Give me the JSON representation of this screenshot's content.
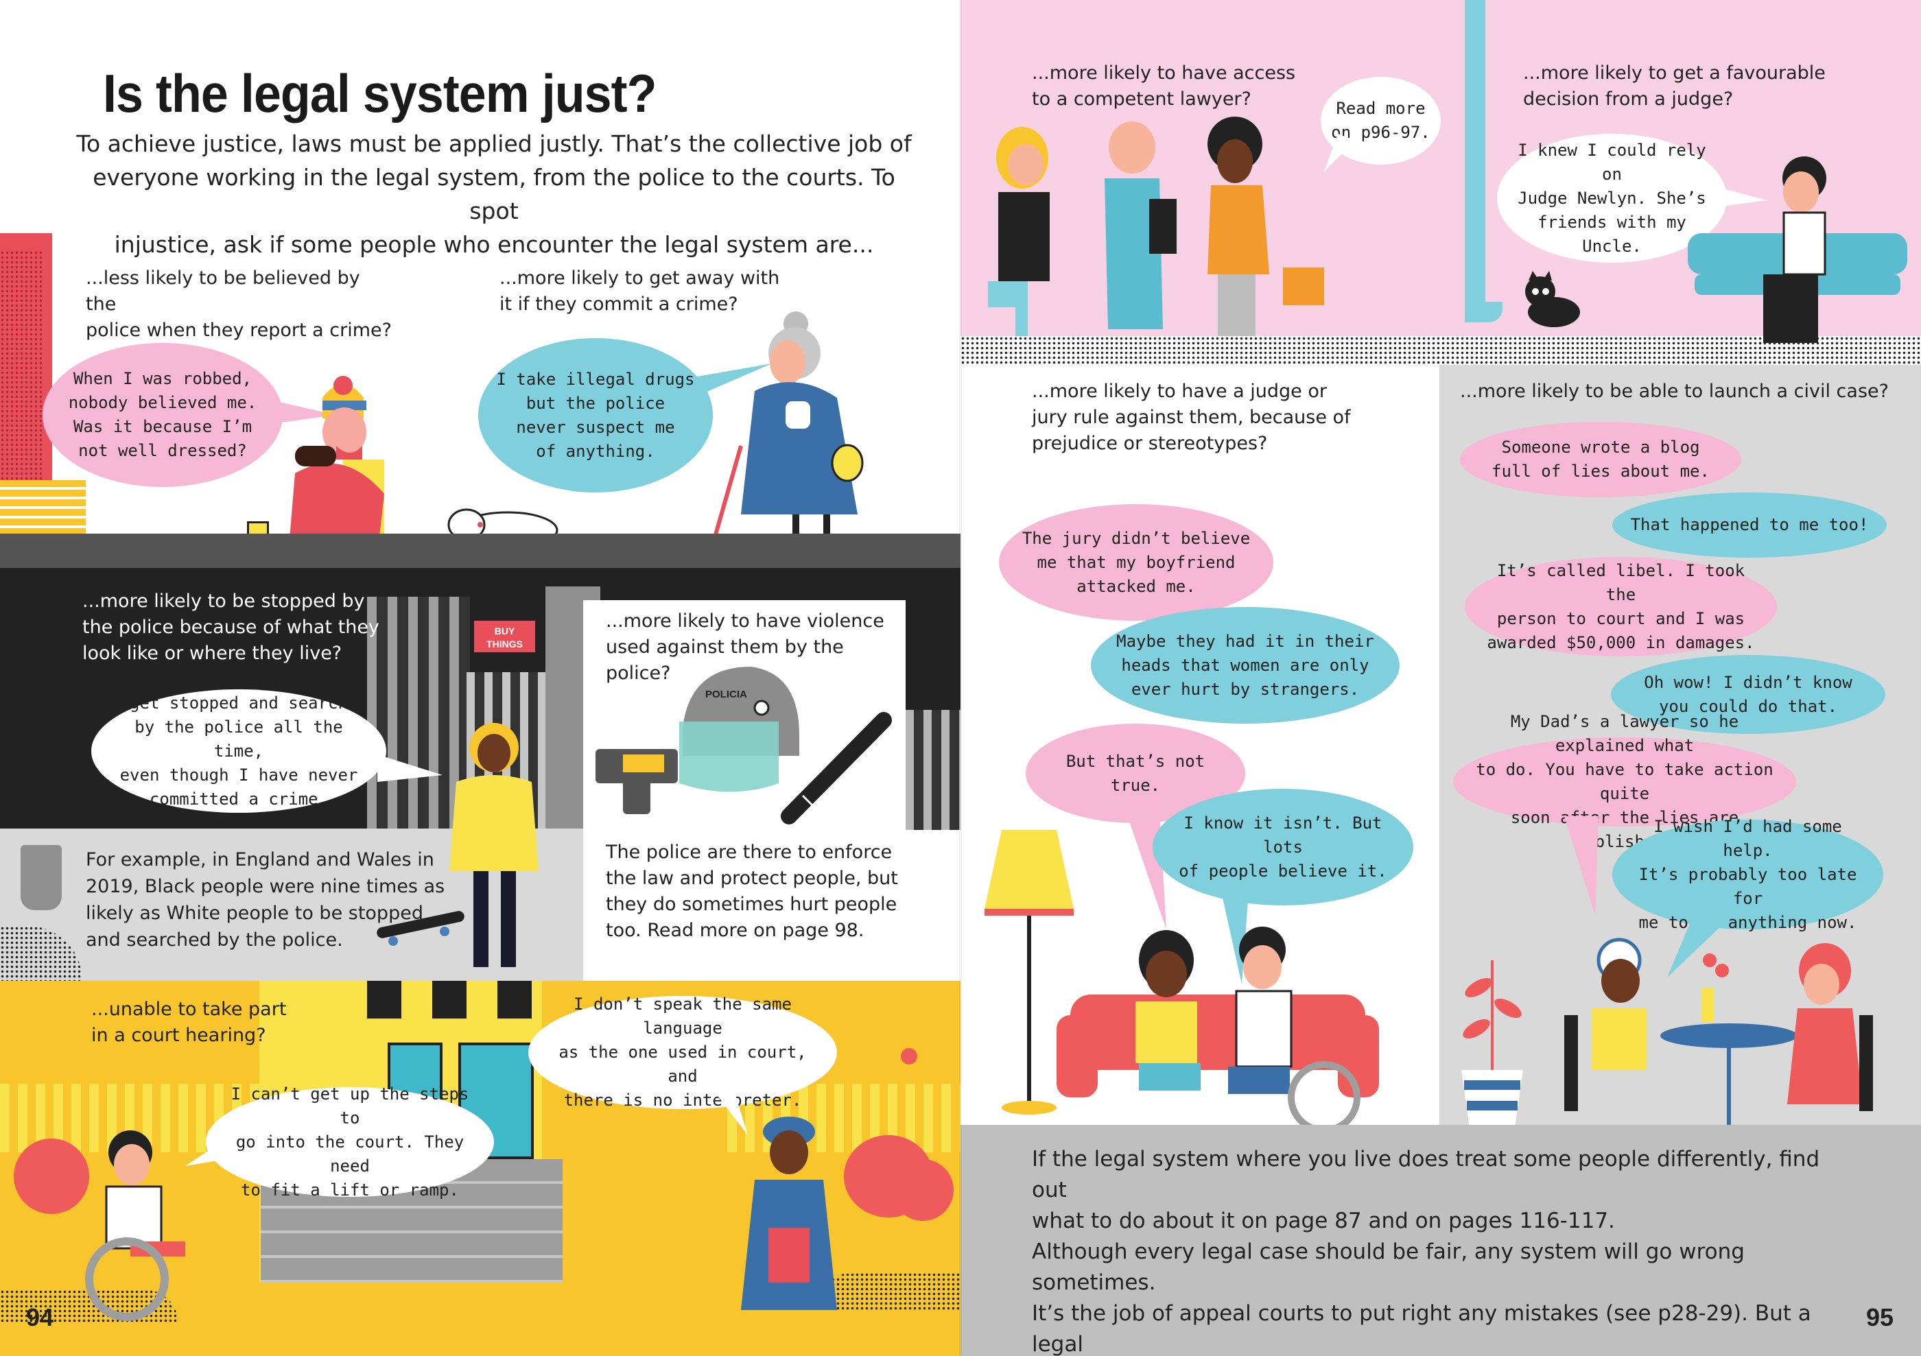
{
  "left_page": {
    "title": "Is the legal system just?",
    "intro": "To achieve justice, laws must be applied justly. That’s the collective job of\neveryone working in the legal system, from the police to the courts. To spot\ninjustice, ask if some people who encounter the legal system are...",
    "panel_believed": {
      "caption": "...less likely to be believed by the\npolice when they report a crime?",
      "bubble": "When I was robbed,\nnobody believed me.\nWas it because I’m\nnot well dressed?"
    },
    "panel_away": {
      "caption": "...more likely to get away with\nit if they commit a crime?",
      "bubble": "I take illegal drugs\nbut the police\nnever suspect me\nof anything."
    },
    "panel_stopped": {
      "caption": "...more likely to be stopped by\nthe police because of what they\nlook like or where they live?",
      "bubble": "I get stopped and searched\nby the police all the time,\neven though I have never\ncommitted a crime.",
      "sign": "BUY\nTHINGS",
      "example": "For example, in England and Wales in\n2019, Black people were nine times as\nlikely as White people to be stopped\nand searched by the police."
    },
    "panel_violence": {
      "caption": "...more likely to have violence\nused against them by the police?",
      "helmet_label": "POLICIA",
      "note": "The police are there to enforce\nthe law and protect people, but\nthey do sometimes hurt people\ntoo. Read more on page 98."
    },
    "panel_court": {
      "caption": "...unable to take part\nin a court hearing?",
      "bubble_language": "I don’t speak the same language\nas the one used in court, and\nthere is no interpreter.",
      "bubble_steps": "I can’t get up the steps to\ngo into the court. They need\nto fit a lift or ramp."
    },
    "page_number": "94"
  },
  "right_page": {
    "panel_lawyer": {
      "caption": "...more likely to have access\nto a competent lawyer?",
      "bubble": "Read more\non p96-97."
    },
    "panel_judge": {
      "caption": "...more likely to get a favourable\ndecision from a judge?",
      "bubble": "I knew I could rely on\nJudge Newlyn. She’s\nfriends with my Uncle."
    },
    "panel_jury": {
      "caption": "...more likely to have a judge or\njury rule against them, because of\nprejudice or stereotypes?",
      "bubbles": [
        "The jury didn’t believe\nme that my boyfriend\nattacked me.",
        "Maybe they had it in their\nheads that women are only\never hurt by strangers.",
        "But that’s not true.",
        "I know it isn’t. But lots\nof people believe it."
      ]
    },
    "panel_civil": {
      "caption": "...more likely to be able to launch a civil case?",
      "bubbles": [
        "Someone wrote a blog\nfull of lies about me.",
        "That happened to me too!",
        "It’s called libel. I took the\nperson to court and I was\nawarded $50,000 in damages.",
        "Oh wow! I didn’t know\nyou could do that.",
        "My Dad’s a lawyer so he explained what\nto do. You have to take action quite\nsoon after the lies are published.",
        "I wish I’d had some help.\nIt’s probably too late for\nme to do anything now."
      ]
    },
    "footer_text": "If the legal system where you live does treat some people differently, find out\nwhat to do about it on page 87 and on pages 116-117.\n    Although every legal case should be fair, any system will go wrong sometimes.\nIt’s the job of appeal courts to put right any mistakes (see p28-29). But a legal\nsystem shouldn’t be more likely to fail for some people than others.",
    "page_number": "95"
  },
  "colors": {
    "pink_bubble": "#f6b8d5",
    "blue_bubble": "#7fcfdc",
    "pink_background": "#f8d2e4",
    "grey_background": "#d9d9d9",
    "dark_band": "#222222",
    "yellow": "#f9c52c",
    "red": "#ef5a5a"
  }
}
